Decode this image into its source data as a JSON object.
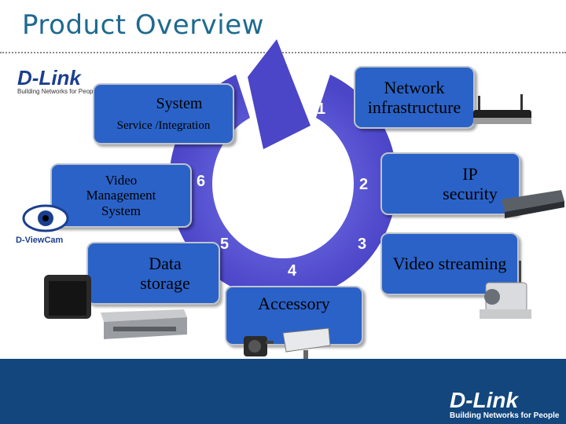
{
  "title": "Product Overview",
  "boxes": {
    "system": "System",
    "service_integration": "Service /Integration",
    "network_infrastructure": "Network infrastructure",
    "ip_security": "IP security",
    "video_streaming": "Video streaming",
    "vms": "Video Management System",
    "data_storage": "Data storage",
    "accessory": "Accessory"
  },
  "numbers": [
    "1",
    "2",
    "3",
    "4",
    "5",
    "6"
  ],
  "logo": {
    "brand": "D-Link",
    "tagline": "Building Networks for People",
    "dviewcam": "D-ViewCam"
  },
  "colors": {
    "title": "#1f6a8e",
    "box_fill": "#2a62c7",
    "ring": "#5a55d6",
    "footer": "#12467d"
  }
}
